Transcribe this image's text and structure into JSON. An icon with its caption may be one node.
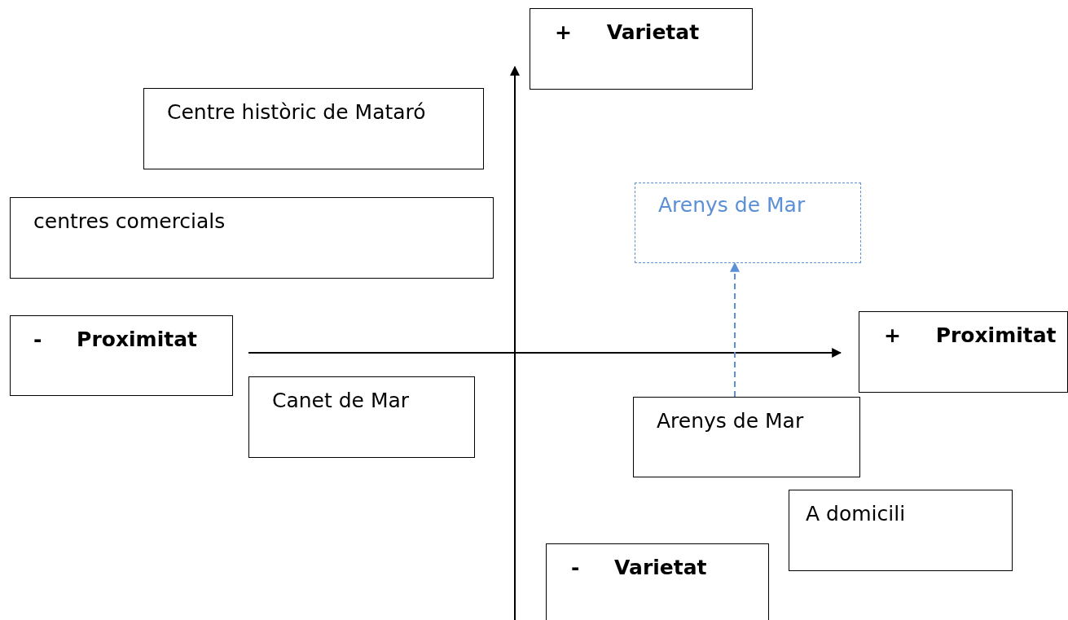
{
  "diagram": {
    "nodes": [
      {
        "text": [
          "+ Varietat"
        ]
      },
      {
        "text": [
          "Centre històric de Mataró"
        ]
      },
      {
        "text": [
          "Arenys de Mar"
        ]
      },
      {
        "text": [
          "centres comercials"
        ]
      },
      {
        "text": [
          "- Proximitat"
        ]
      },
      {
        "text": [
          "+ Proximitat"
        ]
      },
      {
        "text": [
          "Canet de Mar"
        ]
      },
      {
        "text": [
          "Arenys de Mar"
        ]
      },
      {
        "text": [
          "A domicili"
        ]
      },
      {
        "text": [
          "- Varietat"
        ]
      }
    ],
    "edges": [
      {
        "from": 7,
        "to": 2,
        "arrow": "to",
        "style": "dashed",
        "color": "#5b8fd6"
      }
    ]
  }
}
